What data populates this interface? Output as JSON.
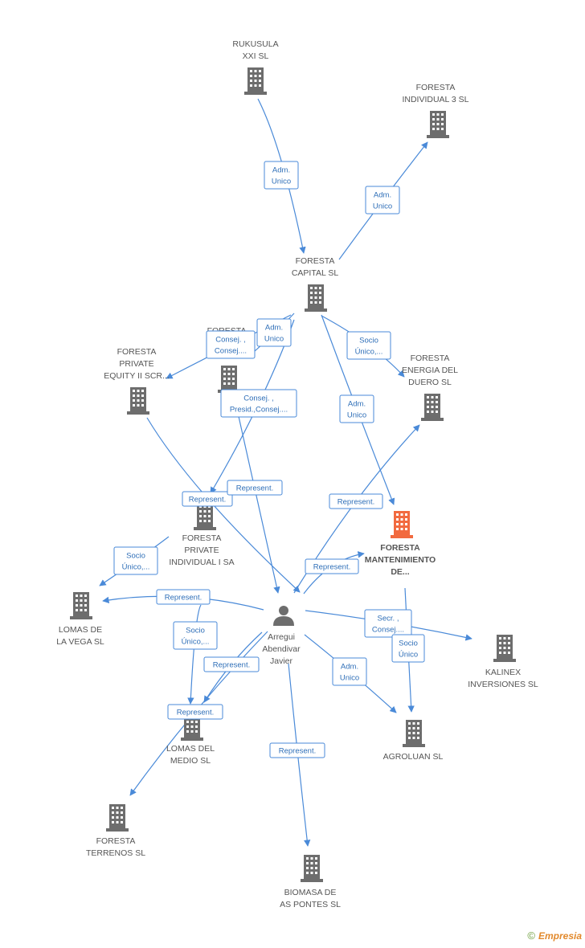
{
  "colors": {
    "edge": "#4a8ad8",
    "edge_text": "#2f6fb8",
    "company_icon": "#6d6d6d",
    "main_company_icon": "#f26a3f",
    "person_icon": "#6d6d6d",
    "label": "#555555"
  },
  "nodes": [
    {
      "id": "rukusula",
      "type": "company",
      "lines": [
        "RUKUSULA",
        "XXI  SL"
      ]
    },
    {
      "id": "foresta_ind3",
      "type": "company",
      "lines": [
        "FORESTA",
        "INDIVIDUAL 3 SL"
      ]
    },
    {
      "id": "foresta_capital",
      "type": "company",
      "lines": [
        "FORESTA",
        "CAPITAL SL"
      ]
    },
    {
      "id": "foresta_pe2",
      "type": "company",
      "lines": [
        "FORESTA",
        "PRIVATE",
        "EQUITY II SCR..."
      ]
    },
    {
      "id": "foresta_hidden",
      "type": "company",
      "lines": [
        "FORESTA",
        "S"
      ]
    },
    {
      "id": "foresta_energia",
      "type": "company",
      "lines": [
        "FORESTA",
        "ENERGIA DEL",
        "DUERO SL"
      ]
    },
    {
      "id": "foresta_mant",
      "type": "company_main",
      "lines": [
        "FORESTA",
        "MANTENIMIENTO",
        "DE..."
      ]
    },
    {
      "id": "foresta_pi1",
      "type": "company",
      "lines": [
        "FORESTA",
        "PRIVATE",
        "INDIVIDUAL I SA"
      ]
    },
    {
      "id": "lomas_vega",
      "type": "company",
      "lines": [
        "LOMAS DE",
        "LA VEGA  SL"
      ]
    },
    {
      "id": "arregui",
      "type": "person",
      "lines": [
        "Arregui",
        "Abendivar",
        "Javier"
      ]
    },
    {
      "id": "kalinex",
      "type": "company",
      "lines": [
        "KALINEX",
        "INVERSIONES SL"
      ]
    },
    {
      "id": "agroluan",
      "type": "company",
      "lines": [
        "AGROLUAN SL"
      ]
    },
    {
      "id": "lomas_medio",
      "type": "company",
      "lines": [
        "LOMAS DEL",
        "MEDIO  SL"
      ]
    },
    {
      "id": "foresta_terrenos",
      "type": "company",
      "lines": [
        "FORESTA",
        "TERRENOS SL"
      ]
    },
    {
      "id": "biomasa",
      "type": "company",
      "lines": [
        "BIOMASA DE",
        "AS PONTES SL"
      ]
    }
  ],
  "edges": [
    {
      "id": "e1",
      "lines": [
        "Adm.",
        "Unico"
      ]
    },
    {
      "id": "e2",
      "lines": [
        "Adm.",
        "Unico"
      ]
    },
    {
      "id": "e3",
      "lines": [
        "Adm.",
        "Unico"
      ]
    },
    {
      "id": "e4",
      "lines": [
        "Consej. ,",
        "Consej...."
      ]
    },
    {
      "id": "e5",
      "lines": [
        "Socio",
        "Único,..."
      ]
    },
    {
      "id": "e6",
      "lines": [
        "Consej. ,",
        "Presid.,Consej...."
      ]
    },
    {
      "id": "e7",
      "lines": [
        "Adm.",
        "Unico"
      ]
    },
    {
      "id": "e8",
      "lines": [
        "Represent."
      ]
    },
    {
      "id": "e9",
      "lines": [
        "Represent."
      ]
    },
    {
      "id": "e10",
      "lines": [
        "Represent."
      ]
    },
    {
      "id": "e11",
      "lines": [
        "Socio",
        "Único,..."
      ]
    },
    {
      "id": "e12",
      "lines": [
        "Represent."
      ]
    },
    {
      "id": "e13",
      "lines": [
        "Represent."
      ]
    },
    {
      "id": "e14",
      "lines": [
        "Secr. ,",
        "Consej...."
      ]
    },
    {
      "id": "e15",
      "lines": [
        "Socio",
        "Único"
      ]
    },
    {
      "id": "e16",
      "lines": [
        "Socio",
        "Único,..."
      ]
    },
    {
      "id": "e17",
      "lines": [
        "Represent."
      ]
    },
    {
      "id": "e18",
      "lines": [
        "Adm.",
        "Unico"
      ]
    },
    {
      "id": "e19",
      "lines": [
        "Represent."
      ]
    },
    {
      "id": "e20",
      "lines": [
        "Represent."
      ]
    }
  ],
  "footer": {
    "copyright": "©",
    "brand": "Empresia"
  }
}
